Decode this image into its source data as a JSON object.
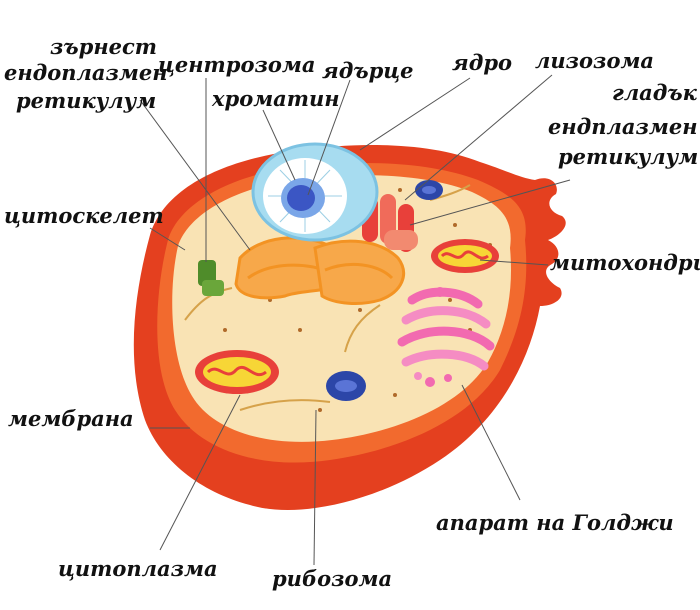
{
  "labels": {
    "rough_er_line1": "зърнест",
    "rough_er_line2": "ендоплазмен",
    "rough_er_line3": "ретикулум",
    "centrosome": "центрозома",
    "nucleolus": "ядърце",
    "chromatin": "хроматин",
    "nucleus": "ядро",
    "lysosome": "лизозома",
    "smooth_er_line1": "гладък",
    "smooth_er_line2": "ендплазмен",
    "smooth_er_line3": "ретикулум",
    "cytoskeleton": "цитоскелет",
    "mitochondria": "митохондрия",
    "membrane": "мембрана",
    "golgi": "апарат на Голджи",
    "cytoplasm": "цитоплазма",
    "ribosome": "рибозома"
  },
  "colors": {
    "membrane": "#e4401f",
    "membrane_inner": "#f26a2e",
    "cytoplasm": "#f9e3b4",
    "nucleus_envelope": "#a7dcf0",
    "nucleolus": "#3b56c4",
    "rough_er": "#f39323",
    "smooth_er": "#e8403a",
    "golgi": "#f26ab0",
    "mitochondria": "#f7d636",
    "centrosome": "#4f8c2a",
    "vesicle": "#2c46a8",
    "leader_line": "#555555"
  }
}
